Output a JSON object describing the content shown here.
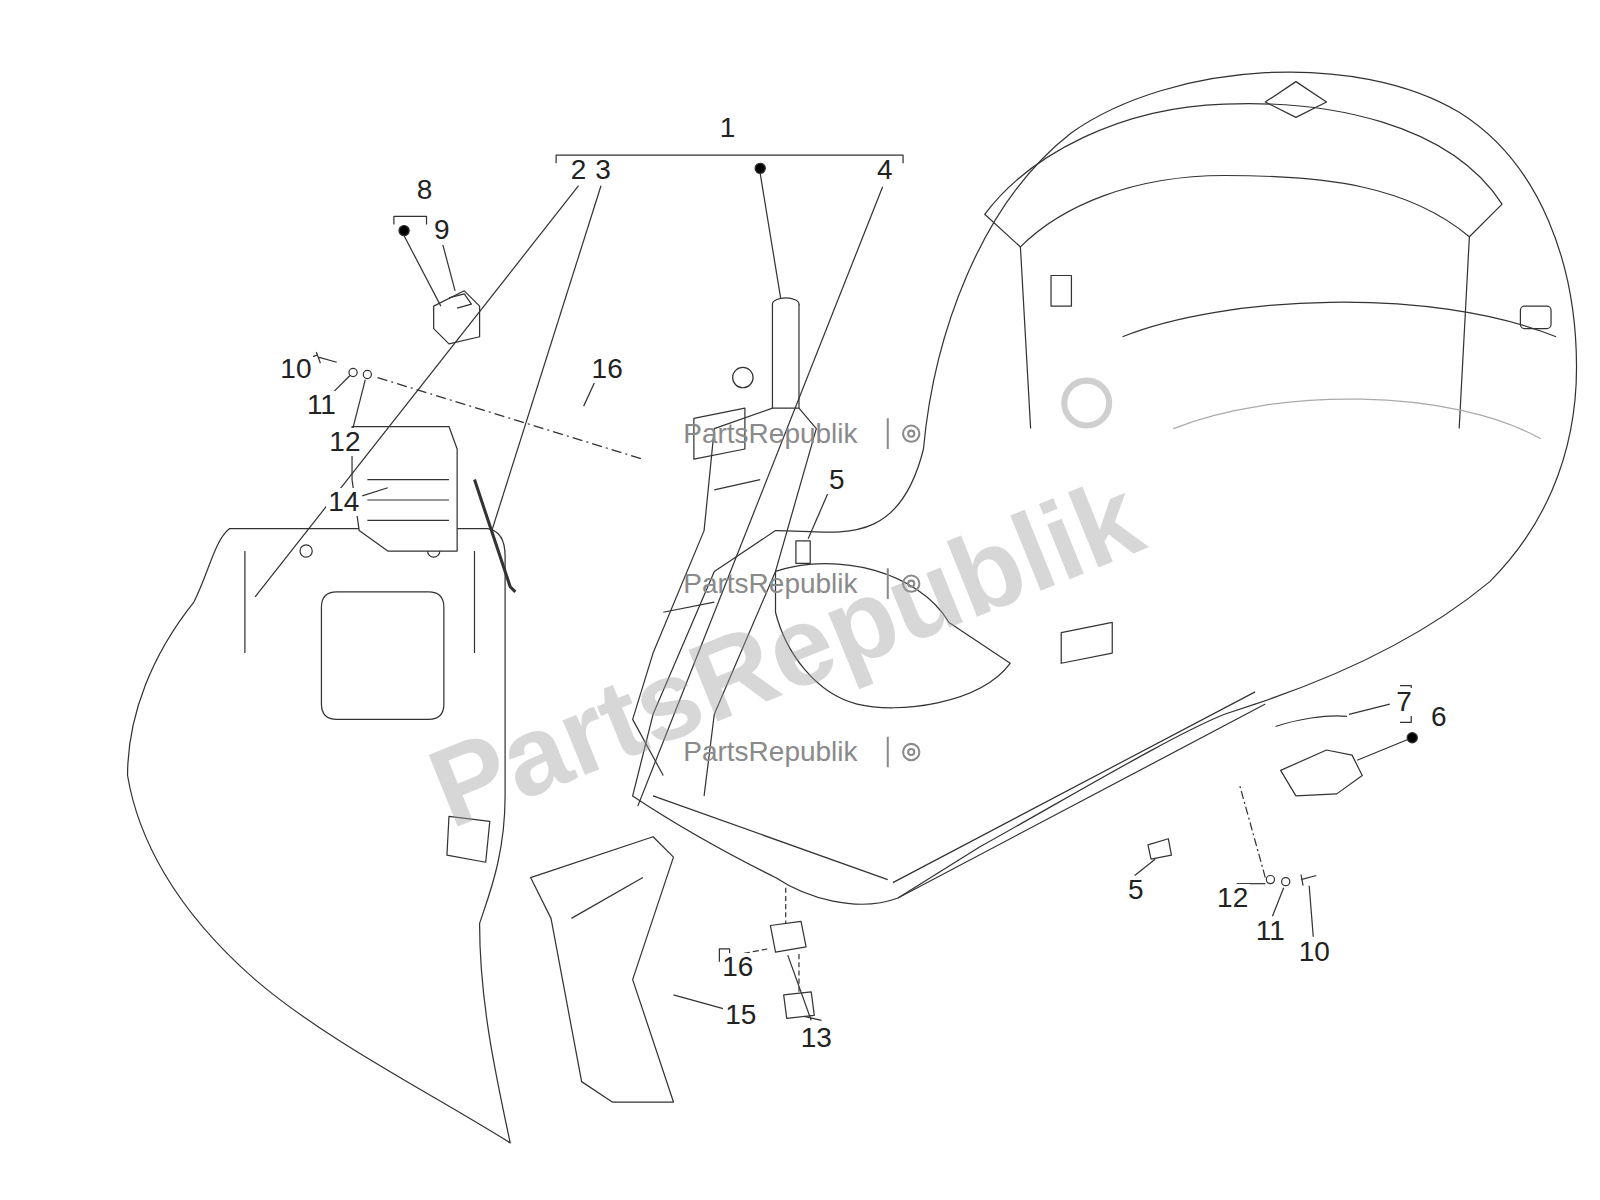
{
  "diagram": {
    "labels": [
      "1",
      "2",
      "3",
      "4",
      "8",
      "9",
      "10",
      "16",
      "11",
      "PartsRepublik",
      "12",
      "5",
      "14",
      "PartsRepublik",
      "7",
      "6",
      "PartsRepublik",
      "5",
      "12",
      "11",
      "10",
      "16",
      "15",
      "13",
      "PartsRepublik"
    ]
  }
}
